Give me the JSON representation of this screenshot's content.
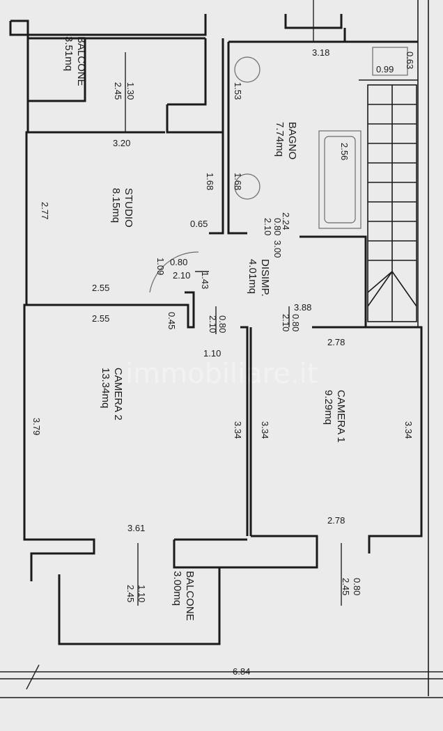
{
  "rooms": {
    "balcone_top": {
      "name": "BALCONE",
      "area": "3.51mq"
    },
    "studio": {
      "name": "STUDIO",
      "area": "8.15mq"
    },
    "bagno": {
      "name": "BAGNO",
      "area": "7.74mq"
    },
    "disimpegno": {
      "name": "DISIMP.",
      "area": "4.01mq"
    },
    "camera2": {
      "name": "CAMERA 2",
      "area": "13.34mq"
    },
    "camera1": {
      "name": "CAMERA 1",
      "area": "9.29mq"
    },
    "balcone_bottom": {
      "name": "BALCONE",
      "area": "3.00mq"
    }
  },
  "dims": {
    "d_318": "3.18",
    "d_063": "0.63",
    "d_099": "0.99",
    "d_153": "1.53",
    "d_130": "1.30",
    "d_245a": "2.45",
    "d_320": "3.20",
    "d_256": "2.56",
    "d_168a": "1.68",
    "d_168b": "1.68",
    "d_277": "2.77",
    "d_065": "0.65",
    "d_224": "2.24",
    "d_080a": "0.80",
    "d_210a": "2.10",
    "d_300": "3.00",
    "d_080b": "0.80",
    "d_210b": "2.10",
    "d_109": "1.09",
    "d_143": "1.43",
    "d_255a": "2.55",
    "d_255b": "2.55",
    "d_045": "0.45",
    "d_080c": "0.80",
    "d_210c": "2.10",
    "d_110a": "1.10",
    "d_388": "3.88",
    "d_080d": "0.80",
    "d_210d": "2.10",
    "d_278a": "2.78",
    "d_379": "3.79",
    "d_334a": "3.34",
    "d_334b": "3.34",
    "d_334c": "3.34",
    "d_278b": "2.78",
    "d_361": "3.61",
    "d_110b": "1.10",
    "d_245b": "2.45",
    "d_080e": "0.80",
    "d_245c": "2.45",
    "d_684": "6.84"
  },
  "watermark": "immobiliare.it"
}
